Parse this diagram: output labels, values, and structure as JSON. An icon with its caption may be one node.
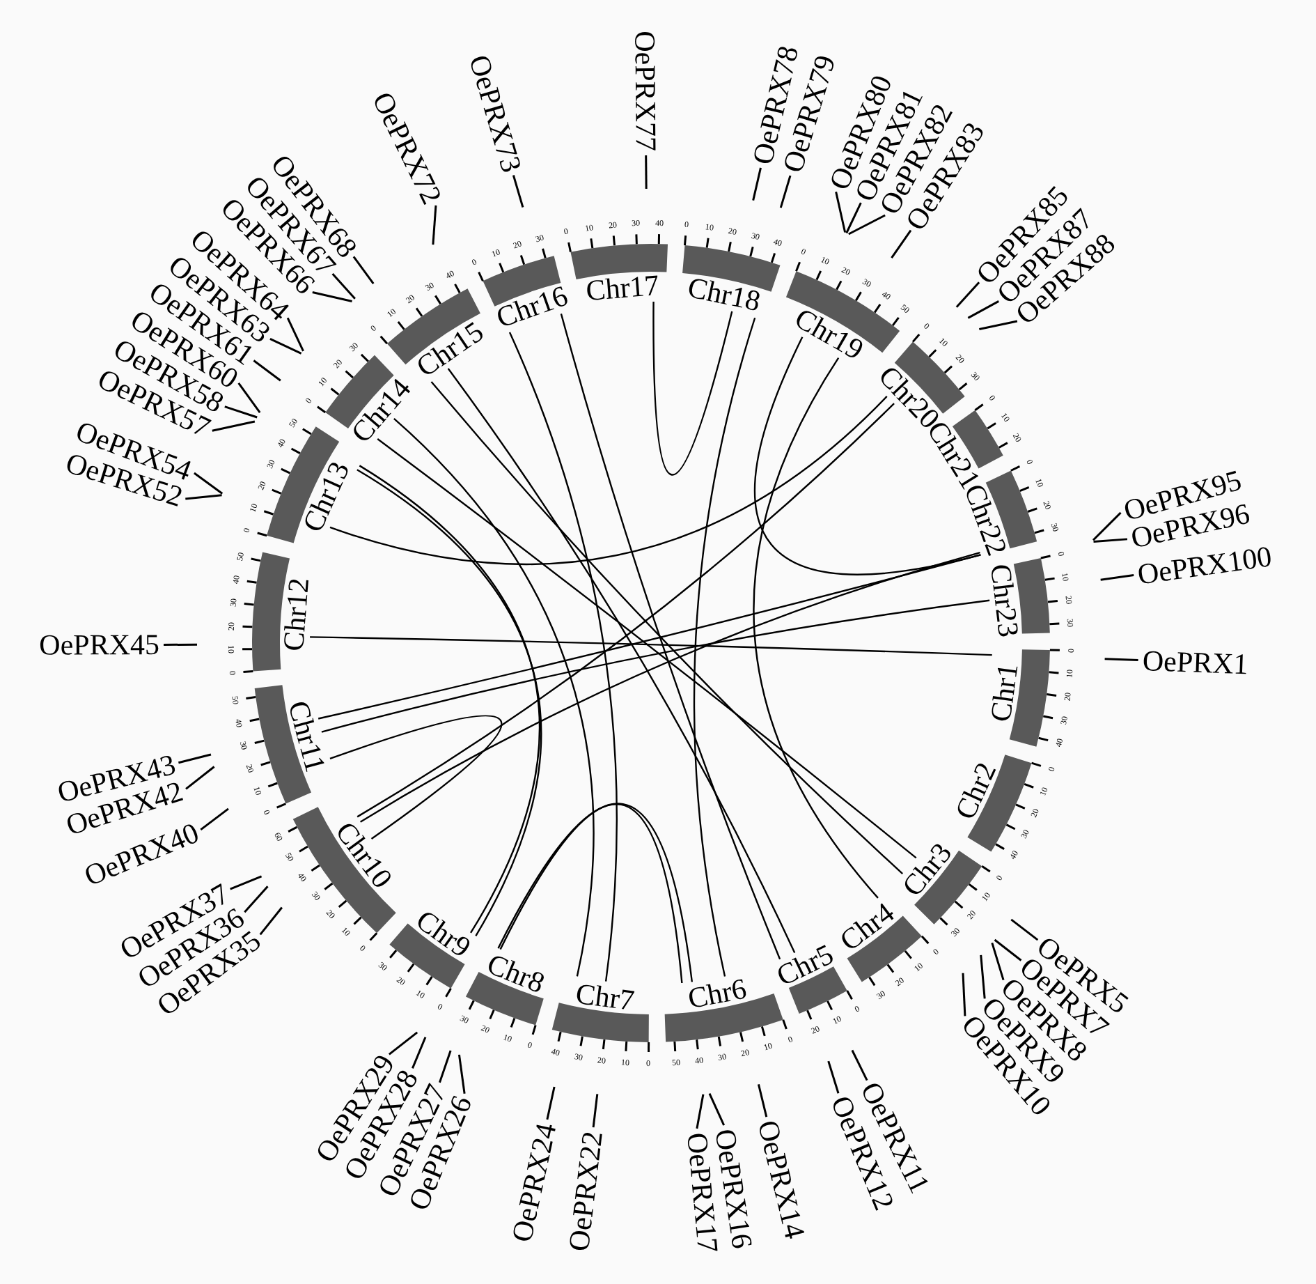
{
  "diagram": {
    "nodes": [
      {
        "text": [
          "Chr1"
        ]
      },
      {
        "text": [
          "Chr2"
        ]
      },
      {
        "text": [
          "Chr3"
        ]
      },
      {
        "text": [
          "Chr4"
        ]
      },
      {
        "text": [
          "Chr5"
        ]
      },
      {
        "text": [
          "Chr6"
        ]
      },
      {
        "text": [
          "Chr7"
        ]
      },
      {
        "text": [
          "Chr8"
        ]
      },
      {
        "text": [
          "Chr9"
        ]
      },
      {
        "text": [
          "Chr10"
        ]
      },
      {
        "text": [
          "Chr11"
        ]
      },
      {
        "text": [
          "Chr12"
        ]
      },
      {
        "text": [
          "Chr13"
        ]
      },
      {
        "text": [
          "Chr14"
        ]
      },
      {
        "text": [
          "Chr15"
        ]
      },
      {
        "text": [
          "Chr16"
        ]
      },
      {
        "text": [
          "Chr17"
        ]
      },
      {
        "text": [
          "Chr18"
        ]
      },
      {
        "text": [
          "Chr19"
        ]
      },
      {
        "text": [
          "Chr20"
        ]
      },
      {
        "text": [
          "Chr21"
        ]
      },
      {
        "text": [
          "Chr22"
        ]
      },
      {
        "text": [
          "Chr23"
        ]
      },
      {
        "text": [
          "OePRX1"
        ]
      },
      {
        "text": [
          "OePRX5"
        ]
      },
      {
        "text": [
          "OePRX7"
        ]
      },
      {
        "text": [
          "OePRX8"
        ]
      },
      {
        "text": [
          "OePRX9"
        ]
      },
      {
        "text": [
          "OePRX10"
        ]
      },
      {
        "text": [
          "OePRX11"
        ]
      },
      {
        "text": [
          "OePRX12"
        ]
      },
      {
        "text": [
          "OePRX14"
        ]
      },
      {
        "text": [
          "OePRX16"
        ]
      },
      {
        "text": [
          "OePRX17"
        ]
      },
      {
        "text": [
          "OePRX22"
        ]
      },
      {
        "text": [
          "OePRX24"
        ]
      },
      {
        "text": [
          "OePRX26"
        ]
      },
      {
        "text": [
          "OePRX27"
        ]
      },
      {
        "text": [
          "OePRX28"
        ]
      },
      {
        "text": [
          "OePRX29"
        ]
      },
      {
        "text": [
          "OePRX35"
        ]
      },
      {
        "text": [
          "OePRX36"
        ]
      },
      {
        "text": [
          "OePRX37"
        ]
      },
      {
        "text": [
          "OePRX40"
        ]
      },
      {
        "text": [
          "OePRX42"
        ]
      },
      {
        "text": [
          "OePRX43"
        ]
      },
      {
        "text": [
          "OePRX45"
        ]
      },
      {
        "text": [
          "OePRX52"
        ]
      },
      {
        "text": [
          "OePRX54"
        ]
      },
      {
        "text": [
          "OePRX57"
        ]
      },
      {
        "text": [
          "OePRX58"
        ]
      },
      {
        "text": [
          "OePRX60"
        ]
      },
      {
        "text": [
          "OePRX61"
        ]
      },
      {
        "text": [
          "OePRX63"
        ]
      },
      {
        "text": [
          "OePRX64"
        ]
      },
      {
        "text": [
          "OePRX66"
        ]
      },
      {
        "text": [
          "OePRX67"
        ]
      },
      {
        "text": [
          "OePRX68"
        ]
      },
      {
        "text": [
          "OePRX72"
        ]
      },
      {
        "text": [
          "OePRX73"
        ]
      },
      {
        "text": [
          "OePRX77"
        ]
      },
      {
        "text": [
          "OePRX78"
        ]
      },
      {
        "text": [
          "OePRX79"
        ]
      },
      {
        "text": [
          "OePRX80"
        ]
      },
      {
        "text": [
          "OePRX81"
        ]
      },
      {
        "text": [
          "OePRX82"
        ]
      },
      {
        "text": [
          "OePRX83"
        ]
      },
      {
        "text": [
          "OePRX85"
        ]
      },
      {
        "text": [
          "OePRX87"
        ]
      },
      {
        "text": [
          "OePRX88"
        ]
      },
      {
        "text": [
          "OePRX95"
        ]
      },
      {
        "text": [
          "OePRX96"
        ]
      },
      {
        "text": [
          "OePRX100"
        ]
      }
    ],
    "edges": [
      {
        "from": 23,
        "to": null,
        "arrow": "none"
      },
      {
        "from": 24,
        "to": null,
        "arrow": "none"
      },
      {
        "from": 25,
        "to": null,
        "arrow": "none"
      },
      {
        "from": 26,
        "to": null,
        "arrow": "none"
      },
      {
        "from": 27,
        "to": null,
        "arrow": "none"
      },
      {
        "from": 28,
        "to": null,
        "arrow": "none"
      },
      {
        "from": 29,
        "to": null,
        "arrow": "none"
      },
      {
        "from": 30,
        "to": null,
        "arrow": "none"
      },
      {
        "from": 31,
        "to": null,
        "arrow": "none"
      },
      {
        "from": 32,
        "to": null,
        "arrow": "none"
      },
      {
        "from": 33,
        "to": null,
        "arrow": "none"
      },
      {
        "from": 34,
        "to": null,
        "arrow": "none"
      },
      {
        "from": 35,
        "to": null,
        "arrow": "none"
      },
      {
        "from": 36,
        "to": null,
        "arrow": "none"
      },
      {
        "from": 37,
        "to": null,
        "arrow": "none"
      },
      {
        "from": 38,
        "to": null,
        "arrow": "none"
      },
      {
        "from": 39,
        "to": null,
        "arrow": "none"
      },
      {
        "from": 40,
        "to": null,
        "arrow": "none"
      },
      {
        "from": 41,
        "to": null,
        "arrow": "none"
      },
      {
        "from": 42,
        "to": null,
        "arrow": "none"
      },
      {
        "from": 43,
        "to": null,
        "arrow": "none"
      },
      {
        "from": 44,
        "to": null,
        "arrow": "none"
      },
      {
        "from": 45,
        "to": null,
        "arrow": "none"
      },
      {
        "from": 46,
        "to": null,
        "arrow": "none"
      },
      {
        "from": 47,
        "to": null,
        "arrow": "none"
      },
      {
        "from": 48,
        "to": null,
        "arrow": "none"
      },
      {
        "from": 49,
        "to": null,
        "arrow": "none"
      },
      {
        "from": 50,
        "to": null,
        "arrow": "none"
      },
      {
        "from": 51,
        "to": null,
        "arrow": "none"
      },
      {
        "from": 52,
        "to": null,
        "arrow": "none"
      },
      {
        "from": 53,
        "to": null,
        "arrow": "none"
      },
      {
        "from": 54,
        "to": null,
        "arrow": "none"
      },
      {
        "from": 55,
        "to": null,
        "arrow": "none"
      },
      {
        "from": 56,
        "to": null,
        "arrow": "none"
      },
      {
        "from": 57,
        "to": null,
        "arrow": "none"
      },
      {
        "from": 58,
        "to": null,
        "arrow": "none"
      },
      {
        "from": 59,
        "to": null,
        "arrow": "none"
      },
      {
        "from": 60,
        "to": null,
        "arrow": "none"
      },
      {
        "from": 61,
        "to": null,
        "arrow": "none"
      },
      {
        "from": 62,
        "to": null,
        "arrow": "none"
      },
      {
        "from": 63,
        "to": null,
        "arrow": "none"
      },
      {
        "from": 64,
        "to": null,
        "arrow": "none"
      },
      {
        "from": 65,
        "to": null,
        "arrow": "none"
      },
      {
        "from": 66,
        "to": null,
        "arrow": "none"
      },
      {
        "from": 67,
        "to": null,
        "arrow": "none"
      },
      {
        "from": 68,
        "to": null,
        "arrow": "none"
      },
      {
        "from": 69,
        "to": null,
        "arrow": "none"
      },
      {
        "from": 70,
        "to": null,
        "arrow": "none"
      },
      {
        "from": 71,
        "to": null,
        "arrow": "none"
      },
      {
        "from": 72,
        "to": null,
        "arrow": "none"
      },
      {
        "from": 0,
        "to": 11,
        "arrow": "none"
      },
      {
        "from": 16,
        "to": 17,
        "arrow": "none"
      },
      {
        "from": 7,
        "to": 5,
        "arrow": "none"
      },
      {
        "from": 7,
        "to": 5,
        "arrow": "none"
      },
      {
        "from": 12,
        "to": 19,
        "arrow": "none"
      },
      {
        "from": 12,
        "to": 8,
        "arrow": "none"
      },
      {
        "from": 12,
        "to": 8,
        "arrow": "none"
      },
      {
        "from": 13,
        "to": 2,
        "arrow": "none"
      },
      {
        "from": 14,
        "to": 2,
        "arrow": "none"
      },
      {
        "from": 13,
        "to": 6,
        "arrow": "none"
      },
      {
        "from": 15,
        "to": 6,
        "arrow": "none"
      },
      {
        "from": 14,
        "to": 4,
        "arrow": "none"
      },
      {
        "from": 15,
        "to": 4,
        "arrow": "none"
      },
      {
        "from": 17,
        "to": 5,
        "arrow": "none"
      },
      {
        "from": 18,
        "to": 21,
        "arrow": "none"
      },
      {
        "from": 18,
        "to": 3,
        "arrow": "none"
      },
      {
        "from": 19,
        "to": 9,
        "arrow": "none"
      },
      {
        "from": 21,
        "to": 9,
        "arrow": "none"
      },
      {
        "from": 21,
        "to": 10,
        "arrow": "none"
      },
      {
        "from": 22,
        "to": 10,
        "arrow": "none"
      },
      {
        "from": 9,
        "to": 10,
        "arrow": "none"
      }
    ],
    "labels": [
      "0",
      "10",
      "20",
      "30",
      "40",
      "0",
      "10",
      "20",
      "30",
      "40",
      "0",
      "10",
      "20",
      "30",
      "0",
      "10",
      "20",
      "30",
      "0",
      "10",
      "20",
      "0",
      "10",
      "20",
      "30",
      "40",
      "50",
      "0",
      "10",
      "20",
      "30",
      "40",
      "0",
      "10",
      "20",
      "30",
      "0",
      "10",
      "20",
      "30",
      "0",
      "10",
      "20",
      "30",
      "40",
      "50",
      "60",
      "0",
      "10",
      "20",
      "30",
      "40",
      "50",
      "0",
      "10",
      "20",
      "30",
      "40",
      "50",
      "0",
      "10",
      "20",
      "30",
      "40",
      "50",
      "0",
      "10",
      "20",
      "30",
      "0",
      "10",
      "20",
      "30",
      "40",
      "0",
      "10",
      "20",
      "30",
      "0",
      "10",
      "20",
      "30",
      "40",
      "0",
      "10",
      "20",
      "30",
      "40",
      "0",
      "10",
      "20",
      "30",
      "40",
      "50",
      "0",
      "10",
      "20",
      "30",
      "0",
      "10",
      "20",
      "0",
      "10",
      "20",
      "30",
      "0",
      "10",
      "20",
      "30"
    ]
  }
}
